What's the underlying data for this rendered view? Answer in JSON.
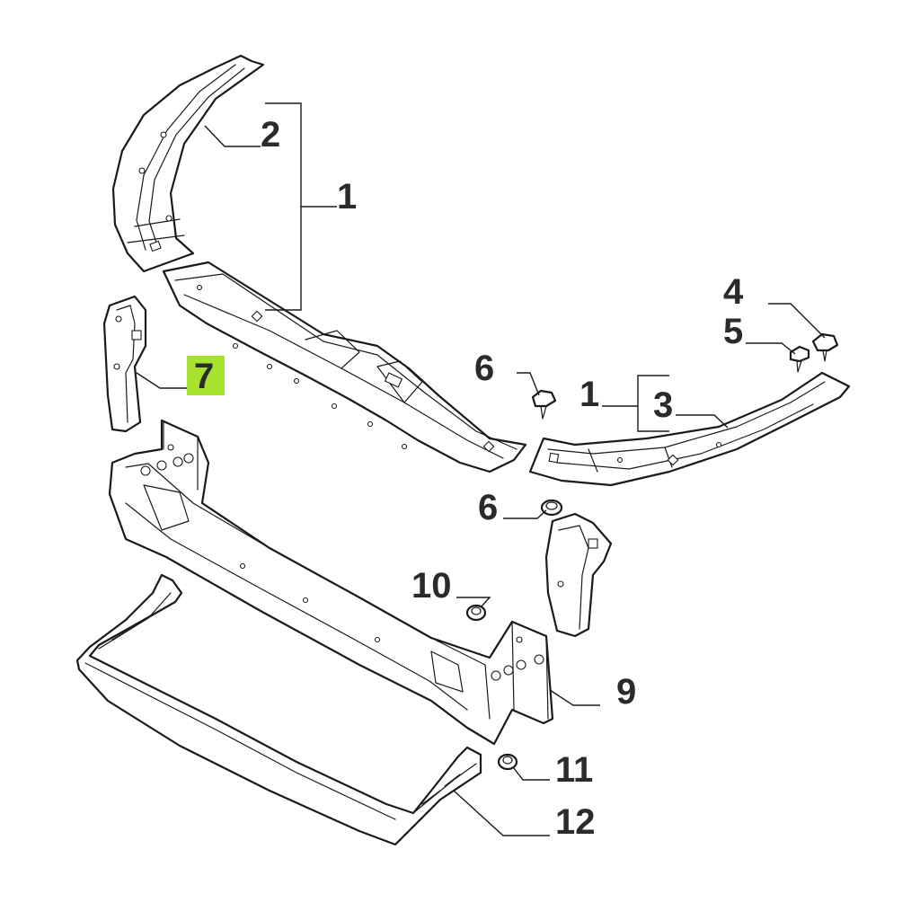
{
  "callouts": {
    "c1_top": "1",
    "c2": "2",
    "c4": "4",
    "c5": "5",
    "c6_top": "6",
    "c1_right": "1",
    "c3": "3",
    "c7": "7",
    "c6_bottom": "6",
    "c10": "10",
    "c9": "9",
    "c11": "11",
    "c12": "12"
  },
  "colors": {
    "highlight": "#a6e22e",
    "line": "#1a1a1a",
    "label": "#2b2b2b"
  }
}
